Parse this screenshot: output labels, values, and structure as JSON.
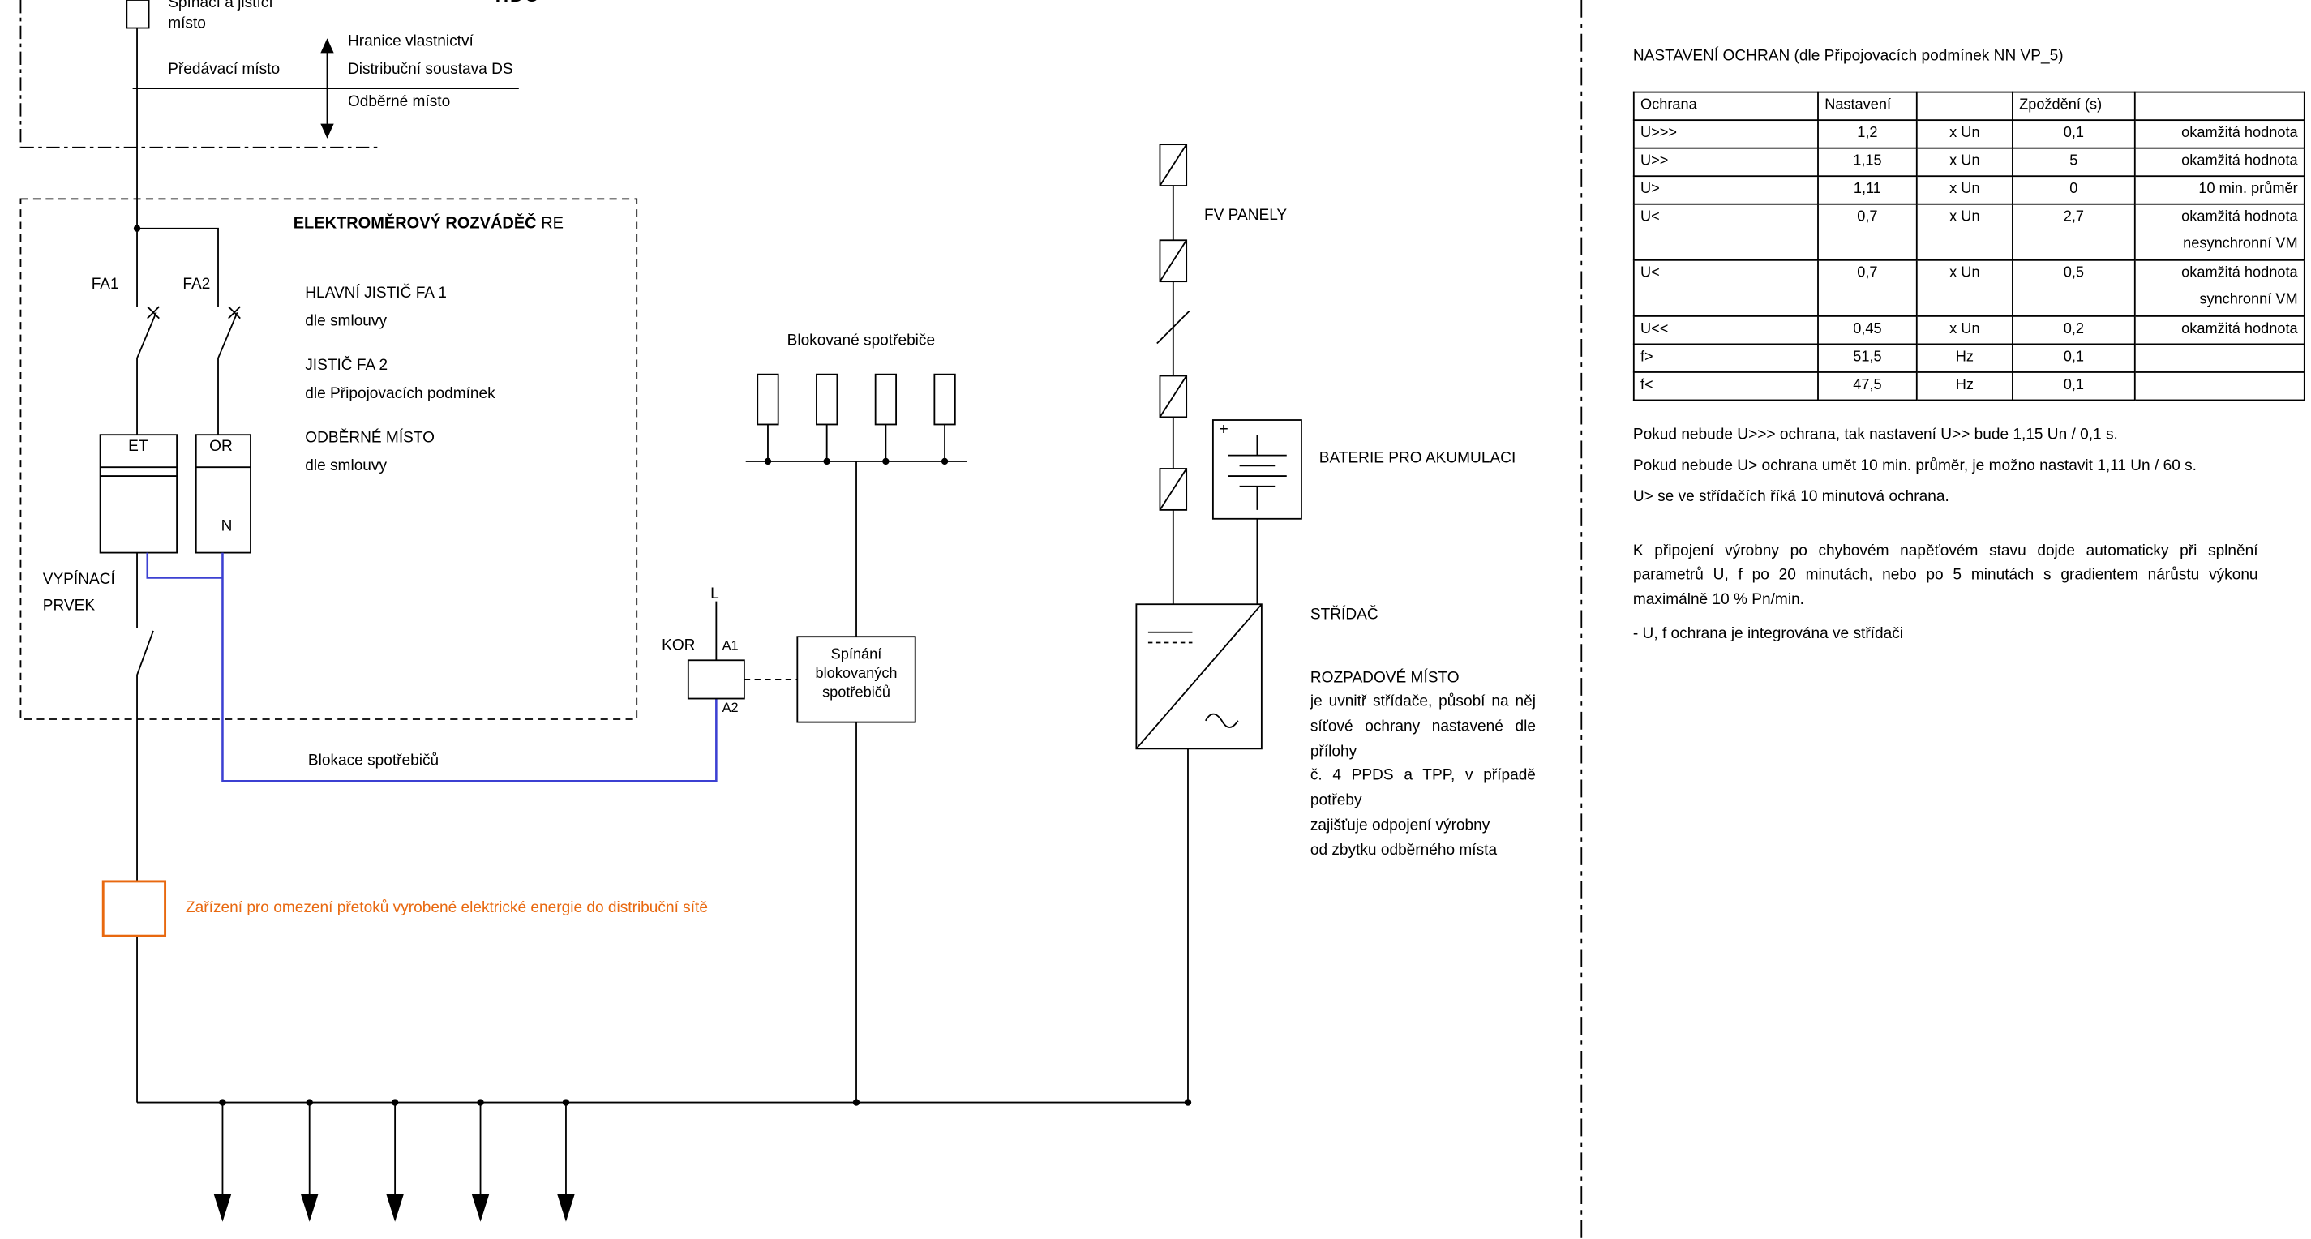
{
  "colors": {
    "accent_orange": "#e8680f",
    "wire_blue": "#3c40d2"
  },
  "diagram": {
    "top": {
      "switching_point_line1": "Spínací a jistící",
      "switching_point_line2": "místo",
      "handover_point": "Předávací místo",
      "boundary_title": "Hranice vlastnictví",
      "grid_label": "Distribuční soustava DS",
      "offtake_label": "Odběrné místo",
      "clipped_fragment": "HDO"
    },
    "meter_cabinet": {
      "title_bold": "ELEKTROMĚROVÝ ROZVÁDĚČ",
      "title_suffix": " RE",
      "fa1_label": "FA1",
      "fa2_label": "FA2",
      "main_breaker_line1": "HLAVNÍ JISTIČ FA 1",
      "main_breaker_line2": "dle smlouvy",
      "breaker2_line1": "JISTIČ FA 2",
      "breaker2_line2": "dle Připojovacích podmínek",
      "offtake_line1": "ODBĚRNÉ MÍSTO",
      "offtake_line2": "dle smlouvy",
      "meter_label": "ET",
      "receiver_label": "OR",
      "neutral_label": "N"
    },
    "disconnect_line1": "VYPÍNACÍ",
    "disconnect_line2": "PRVEK",
    "blocking_wire_label": "Blokace spotřebičů",
    "limiter_text": "Zařízení pro omezení přetoků vyrobené elektrické energie do distribuční sítě",
    "blocked_loads_label": "Blokované spotřebiče",
    "kor": {
      "label": "KOR",
      "phase": "L",
      "a1": "A1",
      "a2": "A2"
    },
    "switching_box": {
      "line1": "Spínání",
      "line2": "blokovaných",
      "line3": "spotřebičů"
    },
    "pv_label": "FV PANELY",
    "battery_plus": "+",
    "battery_label": "BATERIE PRO AKUMULACI",
    "inverter_label": "STŘÍDAČ",
    "breakpoint_title": "ROZPADOVÉ MÍSTO",
    "breakpoint_lines": [
      "je uvnitř střídače, působí na něj",
      "síťové ochrany nastavené dle přílohy",
      "č. 4 PPDS a TPP, v případě potřeby",
      "zajišťuje odpojení výrobny",
      "od zbytku odběrného místa"
    ]
  },
  "protection_panel": {
    "title": "NASTAVENÍ OCHRAN (dle Připojovacích podmínek NN VP_5)",
    "table": {
      "headers": [
        "Ochrana",
        "Nastavení",
        "",
        "Zpoždění (s)",
        ""
      ],
      "rows": [
        {
          "c1": "U>>>",
          "c2": "1,2",
          "c3": "x Un",
          "c4": "0,1",
          "n1": "okamžitá hodnota",
          "n2": ""
        },
        {
          "c1": "U>>",
          "c2": "1,15",
          "c3": "x Un",
          "c4": "5",
          "n1": "okamžitá hodnota",
          "n2": ""
        },
        {
          "c1": "U>",
          "c2": "1,11",
          "c3": "x Un",
          "c4": "0",
          "n1": "10 min. průměr",
          "n2": ""
        },
        {
          "c1": "U<",
          "c2": "0,7",
          "c3": "x Un",
          "c4": "2,7",
          "n1": "okamžitá hodnota",
          "n2": "nesynchronní VM"
        },
        {
          "c1": "U<",
          "c2": "0,7",
          "c3": "x Un",
          "c4": "0,5",
          "n1": "okamžitá hodnota",
          "n2": "synchronní VM"
        },
        {
          "c1": "U<<",
          "c2": "0,45",
          "c3": "x Un",
          "c4": "0,2",
          "n1": "okamžitá hodnota",
          "n2": ""
        },
        {
          "c1": "f>",
          "c2": "51,5",
          "c3": "Hz",
          "c4": "0,1",
          "n1": "",
          "n2": ""
        },
        {
          "c1": "f<",
          "c2": "47,5",
          "c3": "Hz",
          "c4": "0,1",
          "n1": "",
          "n2": ""
        }
      ]
    },
    "notes": [
      "Pokud nebude U>>> ochrana, tak nastavení U>> bude 1,15 Un / 0,1 s.",
      "Pokud nebude U> ochrana umět 10 min. průměr, je možno nastavit 1,11 Un / 60 s.",
      "U> se ve střídačích říká 10 minutová ochrana."
    ],
    "paragraph": "K připojení výrobny po chybovém napěťovém stavu dojde automaticky při splnění parametrů U, f po 20 minutách, nebo po 5 minutách s gradientem nárůstu výkonu maximálně 10 % Pn/min.",
    "footnote": "- U, f ochrana je integrována ve střídači"
  }
}
